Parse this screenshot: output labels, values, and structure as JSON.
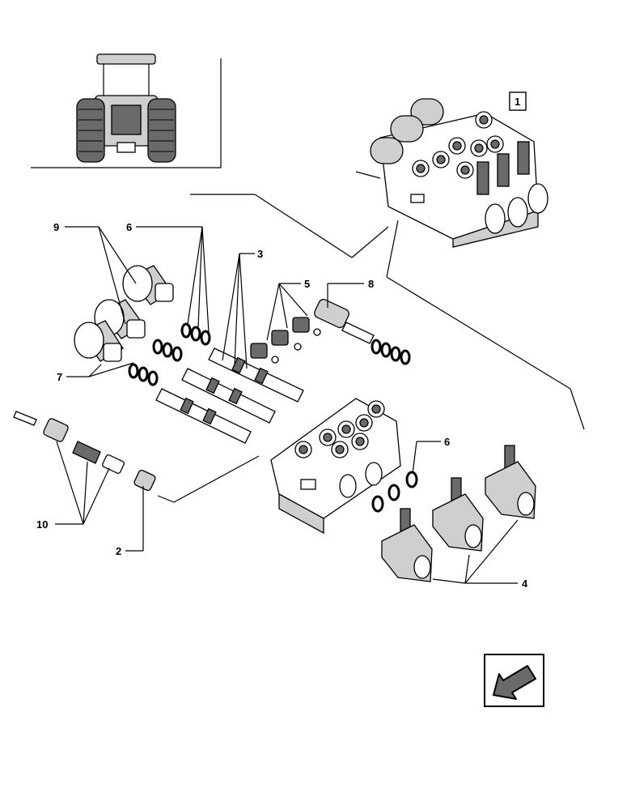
{
  "callouts": {
    "c1": "1",
    "c2": "2",
    "c3": "3",
    "c4": "4",
    "c5": "5",
    "c6a": "6",
    "c6b": "6",
    "c7": "7",
    "c8": "8",
    "c9": "9",
    "c10": "10"
  },
  "icons": {
    "tractor": "tractor-rear-view-icon",
    "nav": "arrow-down-left-icon"
  },
  "colors": {
    "line": "#000000",
    "shade": "#cfcfcf",
    "dark": "#6a6a6a"
  }
}
